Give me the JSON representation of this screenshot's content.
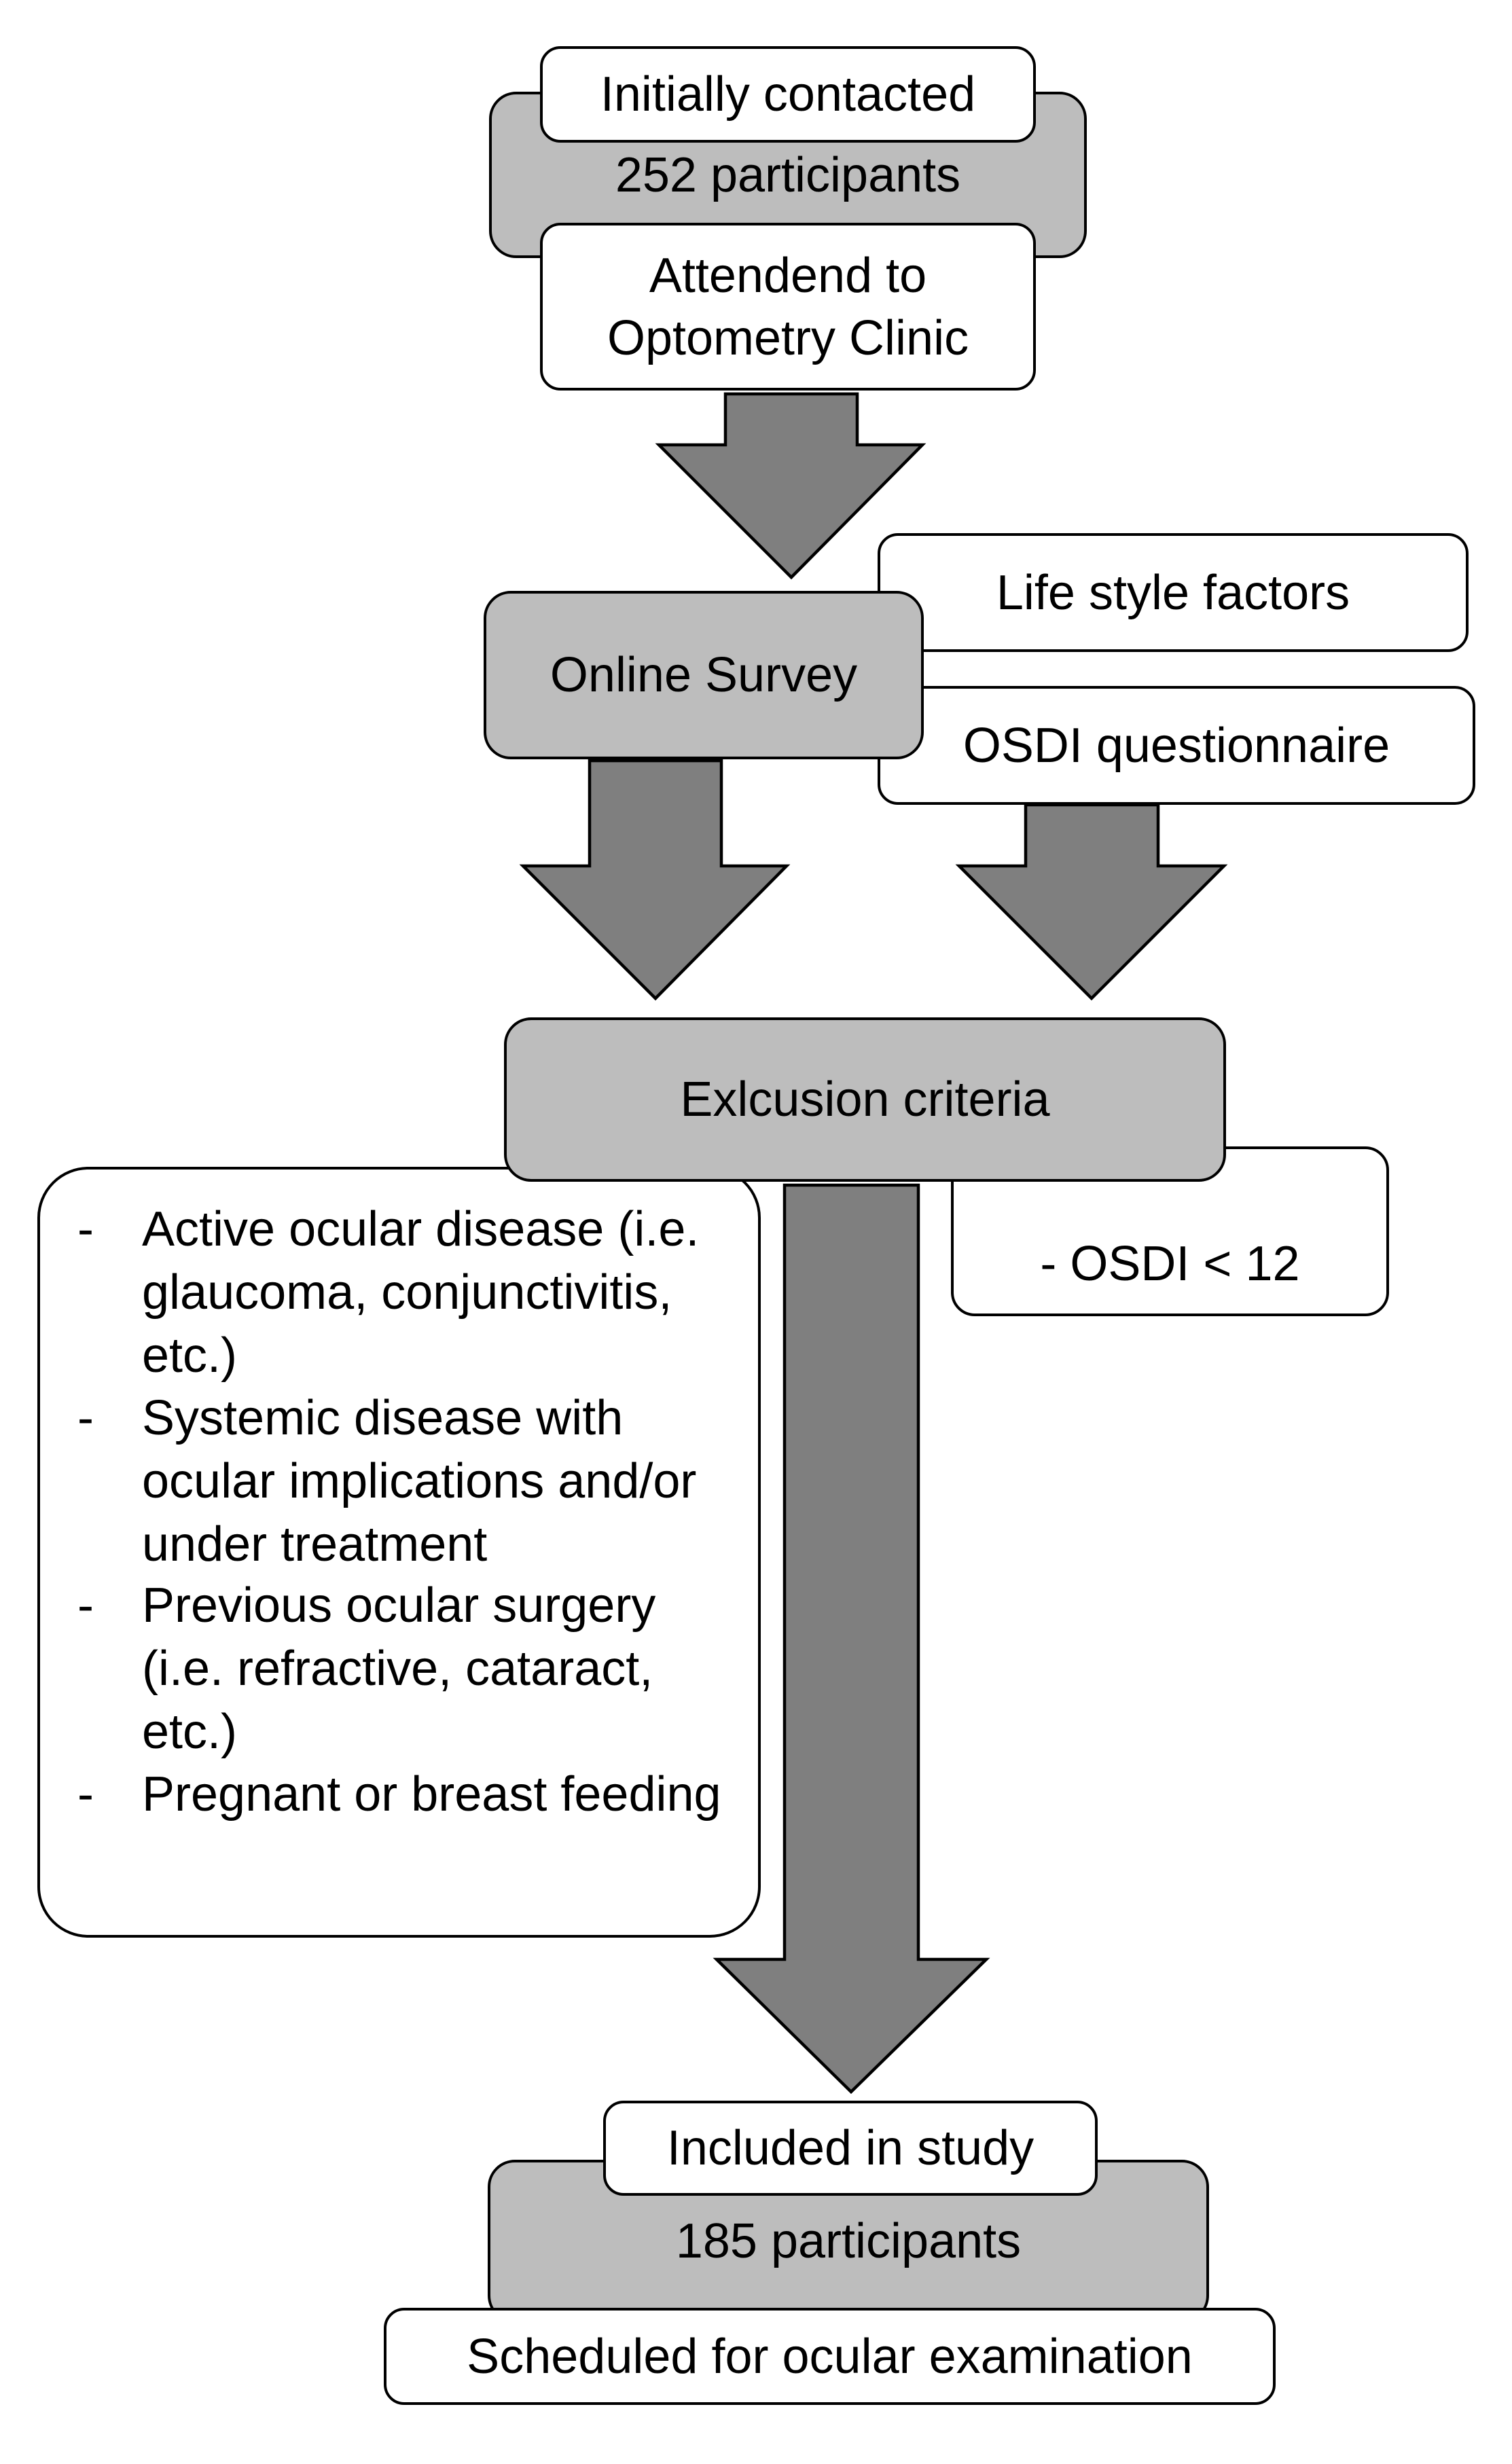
{
  "boxes": {
    "initially_contacted": "Initially contacted",
    "participants_initial": "252 participants",
    "attended_clinic": "Attendend to\nOptometry Clinic",
    "online_survey": "Online Survey",
    "lifestyle_factors": "Life style factors",
    "osdi_questionnaire": "OSDI questionnaire",
    "exclusion_criteria": "Exlcusion criteria",
    "osdi_threshold": "- OSDI < 12",
    "included_in_study": "Included in study",
    "participants_final": "185 participants",
    "scheduled_exam": "Scheduled for ocular examination"
  },
  "exclusion_items": [
    {
      "bullet": "-",
      "text": "Active ocular disease (i.e. glaucoma, conjunctivitis, etc.)"
    },
    {
      "bullet": "-",
      "text": "Systemic disease with ocular implications and/or under treatment"
    },
    {
      "bullet": "-",
      "text": "Previous ocular surgery (i.e. refractive, cataract, etc.)"
    },
    {
      "bullet": "-",
      "text": "Pregnant or breast feeding"
    }
  ],
  "colors": {
    "arrow_fill": "#7f7f7f",
    "grey_box_fill": "#bdbdbd",
    "white_box_fill": "#ffffff",
    "outline": "#000000"
  }
}
